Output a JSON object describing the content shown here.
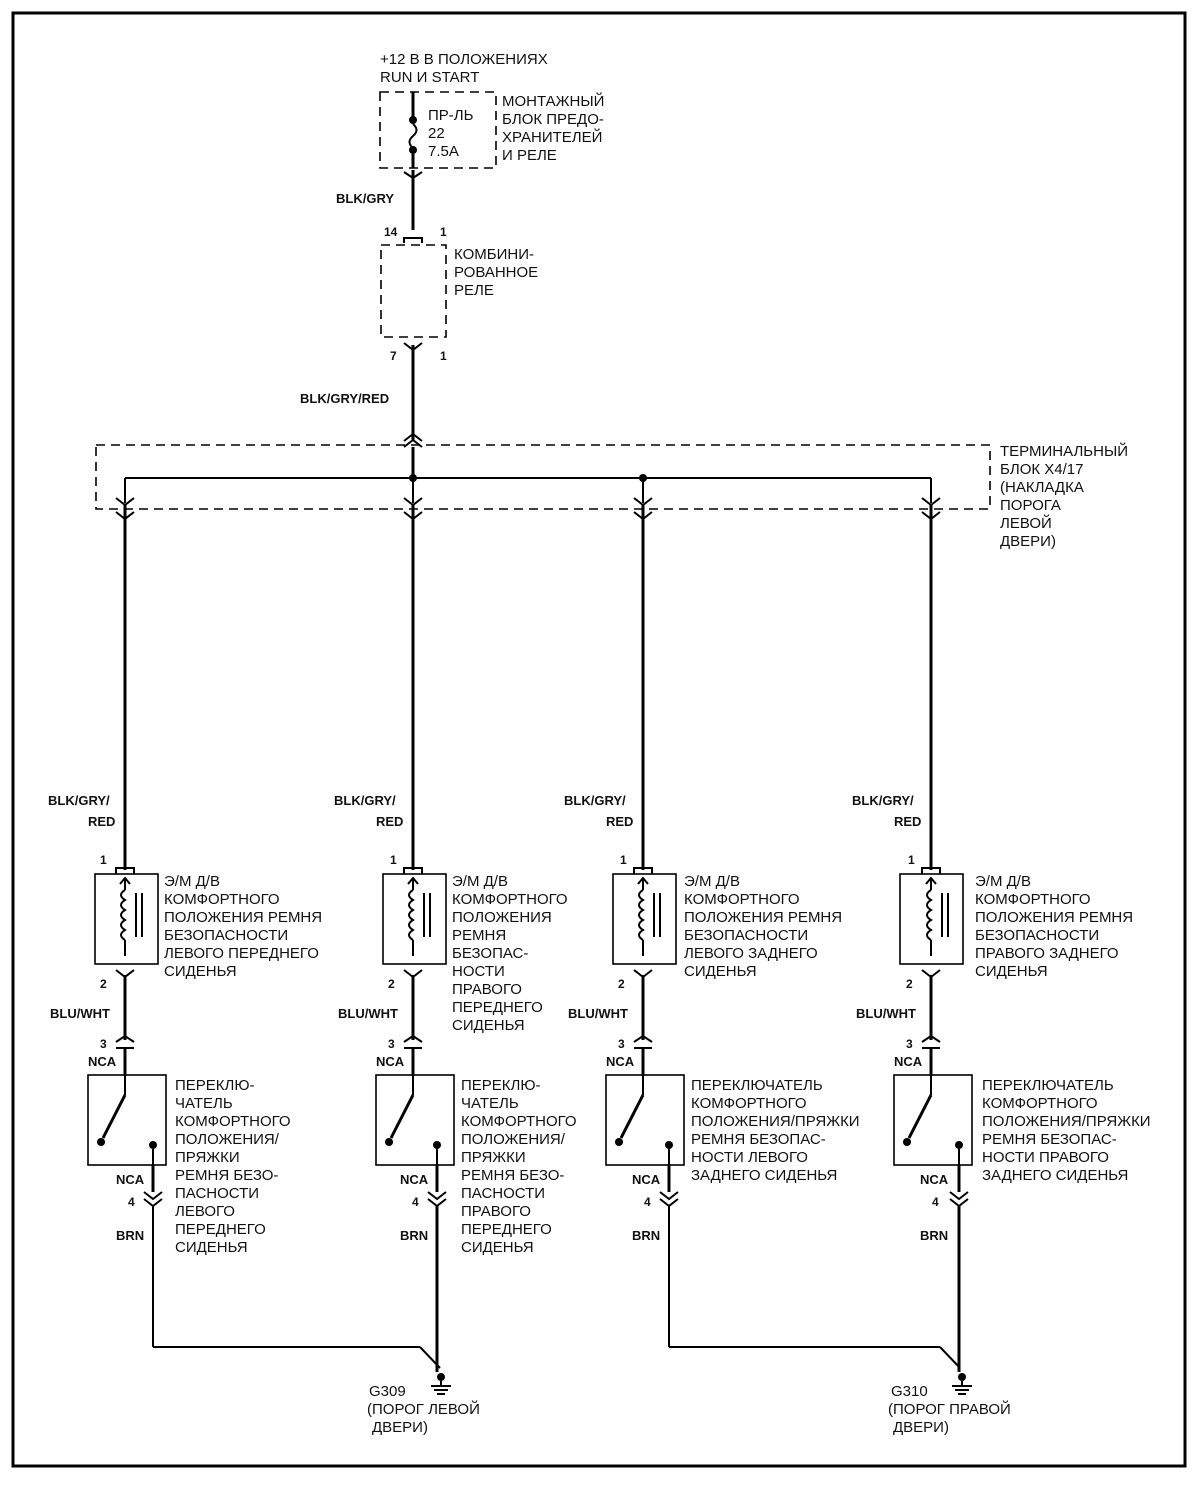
{
  "supply": {
    "line1": "+12 В В ПОЛОЖЕНИЯХ",
    "line2": "RUN И START"
  },
  "fuse": {
    "line1": "ПР-ЛЬ",
    "line2": "22",
    "line3": "7.5A"
  },
  "fuse_block": [
    "МОНТАЖНЫЙ",
    "БЛОК ПРЕДО-",
    "ХРАНИТЕЛЕЙ",
    "И  РЕЛЕ"
  ],
  "wire_top": "BLK/GRY",
  "relay": {
    "pin_in": "14",
    "pin_in_right": "1",
    "pin_out": "7",
    "pin_out_right": "1",
    "label": [
      "КОМБИНИ-",
      "РОВАННОЕ",
      "РЕЛЕ"
    ]
  },
  "wire_mid": "BLK/GRY/RED",
  "terminal_block": [
    "ТЕРМИНАЛЬНЫЙ",
    "БЛОК X4/17",
    "(НАКЛАДКА",
    "ПОРОГА",
    "ЛЕВОЙ",
    "ДВЕРИ)"
  ],
  "branches": [
    {
      "wire_a1": "BLK/GRY/",
      "wire_a2": "RED",
      "pin_a": "1",
      "pin_b": "2",
      "solenoid": [
        "Э/М Д/В",
        "КОМФОРТНОГО",
        "ПОЛОЖЕНИЯ РЕМНЯ",
        "БЕЗОПАСНОСТИ",
        "ЛЕВОГО ПЕРЕДНЕГО",
        "СИДЕНЬЯ"
      ],
      "wire_b": "BLU/WHT",
      "pin_c": "3",
      "nca_top": "NCA",
      "switch": [
        "ПЕРЕКЛЮ-",
        "ЧАТЕЛЬ",
        "КОМФОРТНОГО",
        "ПОЛОЖЕНИЯ/",
        "ПРЯЖКИ",
        "РЕМНЯ БЕЗО-",
        "ПАСНОСТИ",
        "ЛЕВОГО",
        "ПЕРЕДНЕГО",
        "СИДЕНЬЯ"
      ],
      "nca_bottom": "NCA",
      "pin_d": "4",
      "wire_c": "BRN"
    },
    {
      "wire_a1": "BLK/GRY/",
      "wire_a2": "RED",
      "pin_a": "1",
      "pin_b": "2",
      "solenoid": [
        "Э/М Д/В",
        "КОМФОРТНОГО",
        "ПОЛОЖЕНИЯ",
        "РЕМНЯ",
        "БЕЗОПАС-",
        "НОСТИ",
        "ПРАВОГО",
        "ПЕРЕДНЕГО",
        "СИДЕНЬЯ"
      ],
      "wire_b": "BLU/WHT",
      "pin_c": "3",
      "nca_top": "NCA",
      "switch": [
        "ПЕРЕКЛЮ-",
        "ЧАТЕЛЬ",
        "КОМФОРТНОГО",
        "ПОЛОЖЕНИЯ/",
        "ПРЯЖКИ",
        "РЕМНЯ БЕЗО-",
        "ПАСНОСТИ",
        "ПРАВОГО",
        "ПЕРЕДНЕГО",
        "СИДЕНЬЯ"
      ],
      "nca_bottom": "NCA",
      "pin_d": "4",
      "wire_c": "BRN"
    },
    {
      "wire_a1": "BLK/GRY/",
      "wire_a2": "RED",
      "pin_a": "1",
      "pin_b": "2",
      "solenoid": [
        "Э/М Д/В",
        "КОМФОРТНОГО",
        "ПОЛОЖЕНИЯ РЕМНЯ",
        "БЕЗОПАСНОСТИ",
        "ЛЕВОГО ЗАДНЕГО",
        "СИДЕНЬЯ"
      ],
      "wire_b": "BLU/WHT",
      "pin_c": "3",
      "nca_top": "NCA",
      "switch": [
        "ПЕРЕКЛЮЧАТЕЛЬ",
        "КОМФОРТНОГО",
        "ПОЛОЖЕНИЯ/ПРЯЖКИ",
        "РЕМНЯ БЕЗОПАС-",
        "НОСТИ ЛЕВОГО",
        "ЗАДНЕГО СИДЕНЬЯ"
      ],
      "nca_bottom": "NCA",
      "pin_d": "4",
      "wire_c": "BRN"
    },
    {
      "wire_a1": "BLK/GRY/",
      "wire_a2": "RED",
      "pin_a": "1",
      "pin_b": "2",
      "solenoid": [
        "Э/М Д/В",
        "КОМФОРТНОГО",
        "ПОЛОЖЕНИЯ РЕМНЯ",
        "БЕЗОПАСНОСТИ",
        "ПРАВОГО ЗАДНЕГО",
        "СИДЕНЬЯ"
      ],
      "wire_b": "BLU/WHT",
      "pin_c": "3",
      "nca_top": "NCA",
      "switch": [
        "ПЕРЕКЛЮЧАТЕЛЬ",
        "КОМФОРТНОГО",
        "ПОЛОЖЕНИЯ/ПРЯЖКИ",
        "РЕМНЯ БЕЗОПАС-",
        "НОСТИ ПРАВОГО",
        "ЗАДНЕГО СИДЕНЬЯ"
      ],
      "nca_bottom": "NCA",
      "pin_d": "4",
      "wire_c": "BRN"
    }
  ],
  "grounds": [
    {
      "id": "G309",
      "line1": "(ПОРОГ ЛЕВОЙ",
      "line2": "ДВЕРИ)"
    },
    {
      "id": "G310",
      "line1": "(ПОРОГ ПРАВОЙ",
      "line2": "ДВЕРИ)"
    }
  ]
}
